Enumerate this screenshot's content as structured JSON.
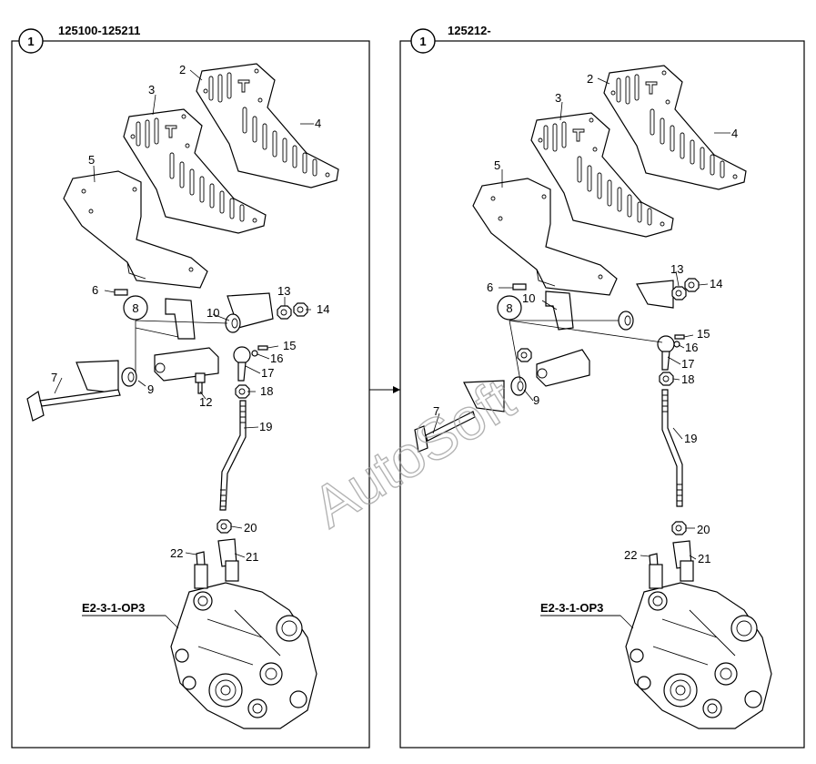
{
  "panels": [
    {
      "index_label": "1",
      "serial_range": "125100-125211",
      "reference": "E2-3-1-OP3",
      "part_numbers": [
        "2",
        "3",
        "4",
        "5",
        "6",
        "7",
        "8",
        "9",
        "10",
        "12",
        "13",
        "14",
        "15",
        "16",
        "17",
        "18",
        "19",
        "20",
        "21",
        "22"
      ]
    },
    {
      "index_label": "1",
      "serial_range": "125212-",
      "reference": "E2-3-1-OP3",
      "part_numbers": [
        "2",
        "3",
        "4",
        "5",
        "6",
        "7",
        "8",
        "9",
        "10",
        "13",
        "14",
        "15",
        "16",
        "17",
        "18",
        "19",
        "20",
        "21",
        "22"
      ]
    }
  ],
  "watermark": "AutoSoft",
  "colors": {
    "line": "#000000",
    "watermark": "#9a9a9a",
    "background": "#ffffff"
  }
}
